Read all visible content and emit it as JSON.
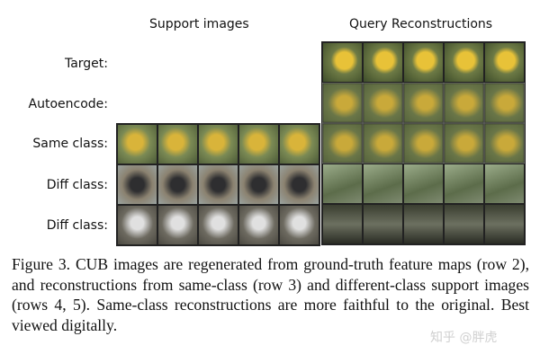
{
  "headers": {
    "support": "Support images",
    "query": "Query Reconstructions"
  },
  "rows": [
    "Target:",
    "Autoencode:",
    "Same class:",
    "Diff class:",
    "Diff class:"
  ],
  "caption": "Figure 3. CUB images are regenerated from ground-truth feature maps (row 2), and reconstructions from same-class (row 3) and different-class support images (rows 4, 5). Same-class reconstructions are more faithful to the original. Best viewed digitally.",
  "watermark": "知乎 @胖虎"
}
